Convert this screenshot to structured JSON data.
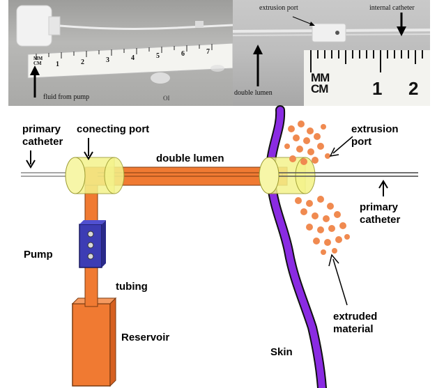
{
  "photos": {
    "left": {
      "label_fluid": "fluid from pump",
      "ruler_mm": "MM",
      "ruler_cm": "CM",
      "ruler_numbers": [
        "1",
        "2",
        "3",
        "4",
        "5",
        "6",
        "7"
      ],
      "ruler_edge_text": "OI"
    },
    "right": {
      "label_extrusion_port": "extrusion port",
      "label_internal_catheter": "internal catheter",
      "label_double_lumen": "double lumen",
      "ruler_mm": "MM",
      "ruler_cm": "CM",
      "ruler_numbers": [
        "1",
        "2"
      ]
    }
  },
  "diagram": {
    "labels": {
      "primary_catheter_left_1": "primary",
      "primary_catheter_left_2": "catheter",
      "connecting_port": "conecting port",
      "double_lumen": "double lumen",
      "extrusion_port_1": "extrusion",
      "extrusion_port_2": "port",
      "primary_catheter_right_1": "primary",
      "primary_catheter_right_2": "catheter",
      "pump": "Pump",
      "tubing": "tubing",
      "reservoir": "Reservoir",
      "extruded_material_1": "extruded",
      "extruded_material_2": "material",
      "skin": "Skin"
    },
    "colors": {
      "tube_orange": "#f07a32",
      "port_yellow": "#f4f38c",
      "pump_blue": "#3c3cb4",
      "skin_purple": "#8a2be2",
      "material_orange": "#f08a50"
    }
  }
}
